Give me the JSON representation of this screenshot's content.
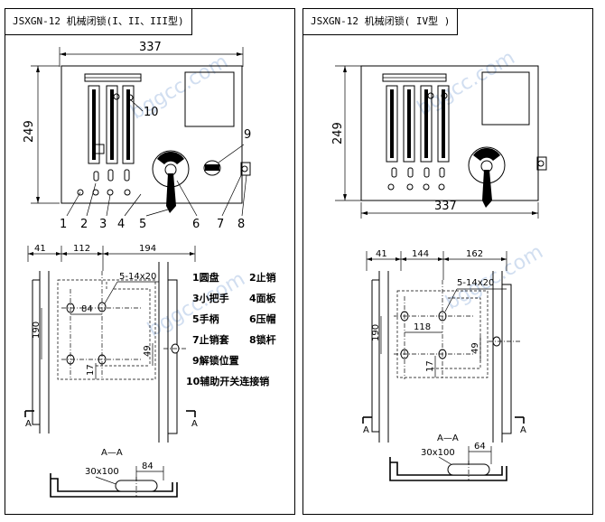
{
  "left": {
    "title": "JSXGN-12 机械闭锁(I、II、III型)",
    "dims": {
      "width": "337",
      "height": "249",
      "d41": "41",
      "d112": "112",
      "d194": "194",
      "d84": "84",
      "slot": "5-14x20",
      "d190": "190",
      "d49": "49",
      "d17": "17",
      "d30x100": "30x100",
      "d84b": "84"
    },
    "callouts": [
      "1",
      "2",
      "3",
      "4",
      "5",
      "6",
      "7",
      "8",
      "9",
      "10"
    ],
    "section_mark": "A",
    "section_title": "A—A",
    "legend": [
      {
        "a": "1圆盘",
        "b": "2止销"
      },
      {
        "a": "3小把手",
        "b": "4面板"
      },
      {
        "a": "5手柄",
        "b": "6压帽"
      },
      {
        "a": "7止销套",
        "b": "8锁杆"
      },
      {
        "a": "9解锁位置",
        "b": ""
      },
      {
        "a": "10辅助开关连接销",
        "b": ""
      }
    ]
  },
  "right": {
    "title": "JSXGN-12 机械闭锁( IV型 )",
    "dims": {
      "height": "249",
      "width": "337",
      "d41": "41",
      "d144": "144",
      "d162": "162",
      "slot": "5-14x20",
      "d118": "118",
      "d190": "190",
      "d49": "49",
      "d17": "17",
      "d30x100": "30x100",
      "d64": "64"
    },
    "section_mark": "A",
    "section_title": "A—A"
  },
  "watermark": "bggcc.com"
}
